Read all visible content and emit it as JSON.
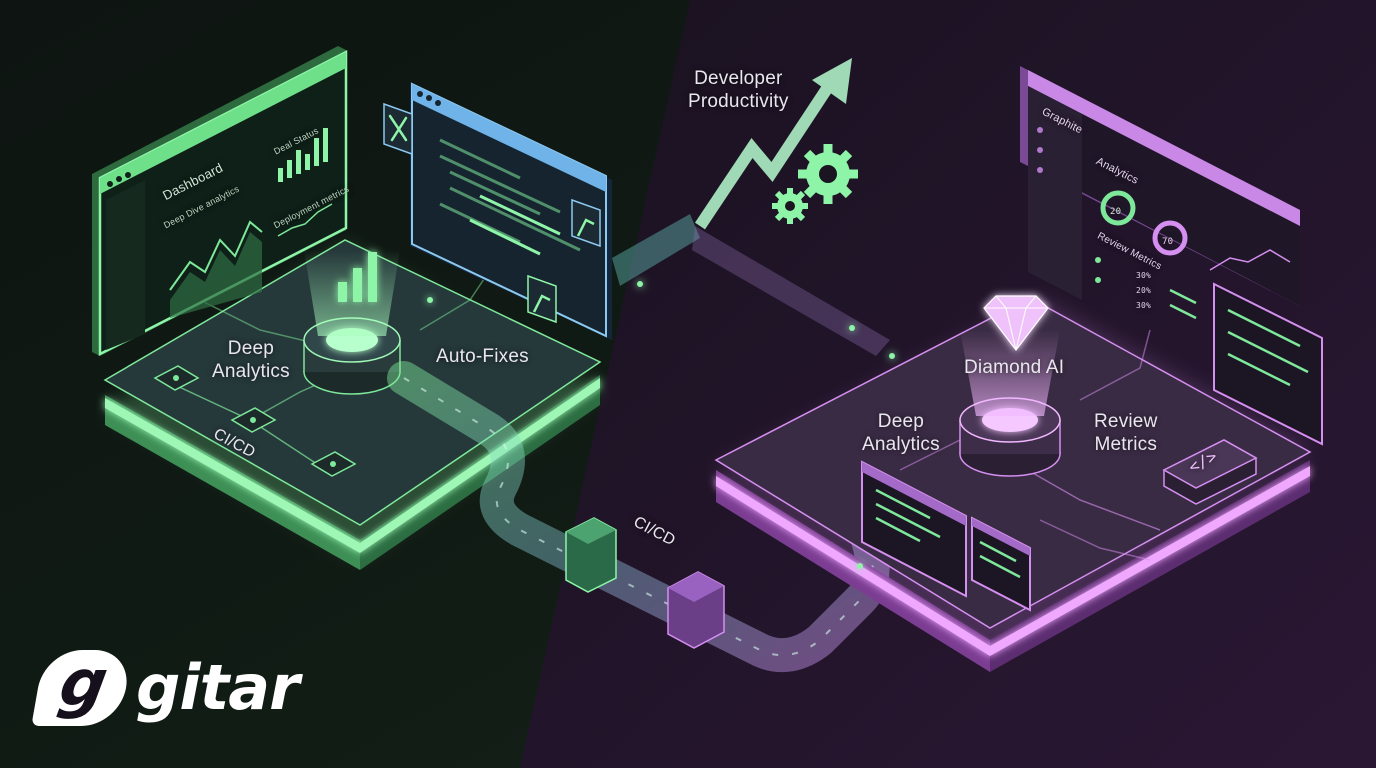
{
  "brand": {
    "name": "gitar",
    "logo_mark": "g"
  },
  "left_platform": {
    "screen_title": "Dashboard",
    "screen_subtitle": "Deep Dive analytics",
    "screen_side_label": "Deal Status",
    "screen_side_label_2": "Deployment metrics",
    "label_deep": "Deep",
    "label_analytics": "Analytics",
    "label_autofixes": "Auto-Fixes",
    "label_cicd": "CI/CD"
  },
  "center": {
    "productivity_line1": "Developer",
    "productivity_line2": "Productivity",
    "pipe_label": "CI/CD"
  },
  "right_platform": {
    "screen_title": "Graphite",
    "screen_analytics": "Analytics",
    "screen_review": "Review Metrics",
    "gauge_1": "20",
    "gauge_2": "70",
    "pct_1": "30%",
    "pct_2": "20%",
    "pct_3": "30%",
    "label_diamond": "Diamond AI",
    "label_deep": "Deep",
    "label_analytics": "Analytics",
    "label_review": "Review",
    "label_metrics": "Metrics",
    "code_symbol": "</>"
  },
  "colors": {
    "green": "#7ee89a",
    "blue": "#6fb3e8",
    "purple": "#d58ff0",
    "bg_left": "#0f1a16",
    "bg_right": "#1e1226"
  },
  "icons": [
    "tools-icon",
    "robot-arm-icon",
    "bar-chart-icon",
    "gear-icon",
    "diamond-icon",
    "code-icon",
    "trend-arrow-icon"
  ]
}
